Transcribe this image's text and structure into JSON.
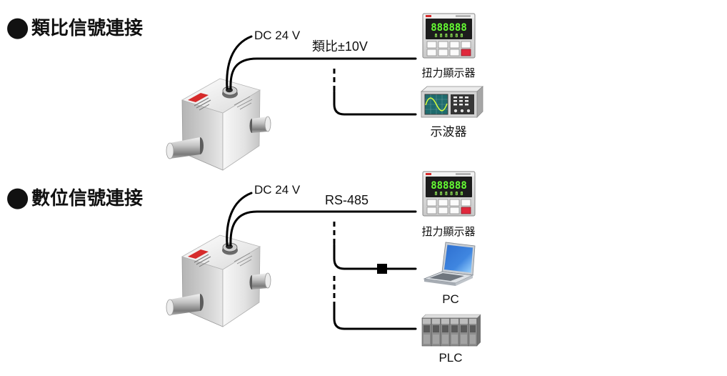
{
  "sections": {
    "analog": {
      "bullet": "●",
      "title": "類比信號連接",
      "power_label": "DC 24 V",
      "signal_label": "類比±10V",
      "devices": {
        "display": {
          "label": "扭力顯示器",
          "icon": "torque-display-icon"
        },
        "oscilloscope": {
          "label": "示波器",
          "icon": "oscilloscope-icon"
        }
      }
    },
    "digital": {
      "bullet": "●",
      "title": "數位信號連接",
      "power_label": "DC 24 V",
      "signal_label": "RS-485",
      "devices": {
        "display": {
          "label": "扭力顯示器",
          "icon": "torque-display-icon"
        },
        "pc": {
          "label": "PC",
          "icon": "laptop-icon"
        },
        "plc": {
          "label": "PLC",
          "icon": "plc-icon"
        }
      }
    }
  },
  "sensor_icon": "torque-sensor-icon",
  "display_readout": {
    "main": "888888",
    "sub": "888888"
  },
  "colors": {
    "cable": "#000000",
    "led": "#66ff33",
    "display_key_red": "#e0283c",
    "oscilloscope_screen": "#1f6b6e",
    "laptop_screen": "#3f86e0",
    "sensor_logo": "#d62b2b"
  }
}
